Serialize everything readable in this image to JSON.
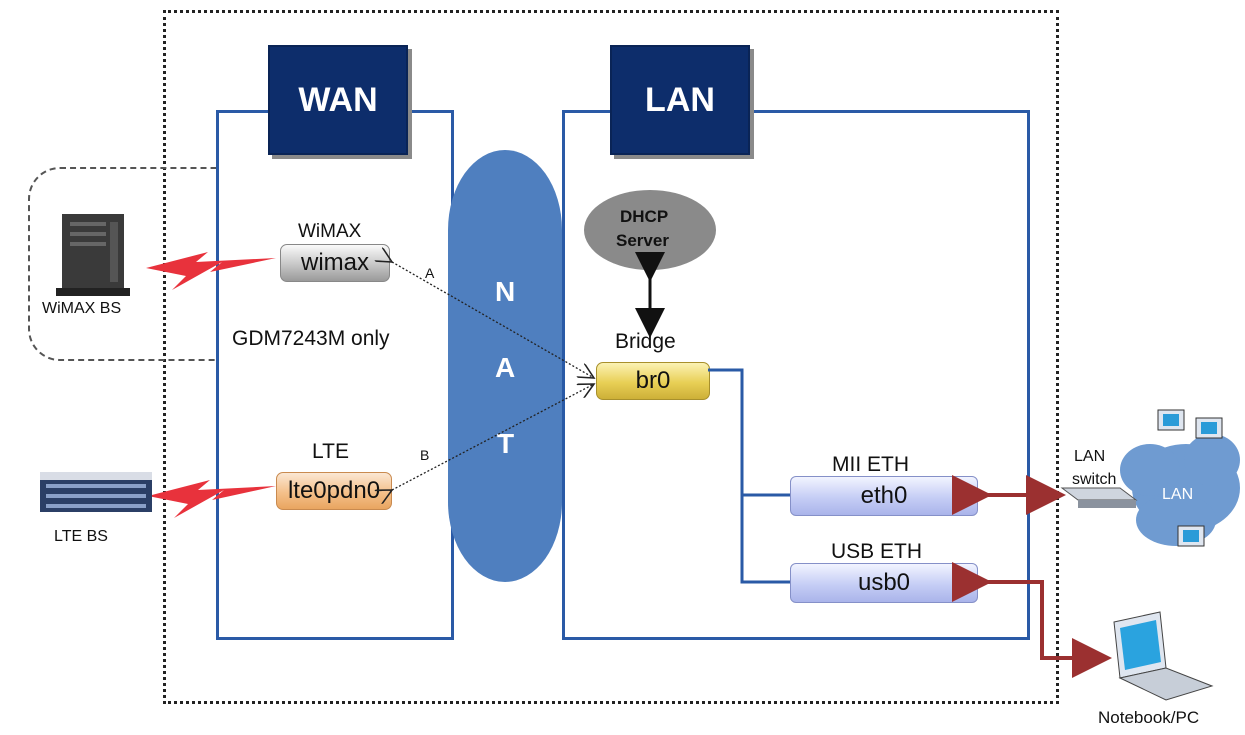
{
  "zones": {
    "wan": "WAN",
    "lan": "LAN"
  },
  "nat": [
    "N",
    "A",
    "T"
  ],
  "wimax": {
    "title": "WiMAX",
    "interface": "wimax",
    "note": "GDM7243M only",
    "bs_label": "WiMAX BS"
  },
  "lte": {
    "title": "LTE",
    "interface": "lte0pdn0",
    "bs_label": "LTE BS"
  },
  "dhcp": {
    "line1": "DHCP",
    "line2": "Server"
  },
  "bridge": {
    "title": "Bridge",
    "interface": "br0"
  },
  "mii_eth": {
    "title": "MII ETH",
    "interface": "eth0"
  },
  "usb_eth": {
    "title": "USB ETH",
    "interface": "usb0"
  },
  "links": {
    "a": "A",
    "b": "B"
  },
  "lan_switch": {
    "line1": "LAN",
    "line2": "switch"
  },
  "lan_cloud": "LAN",
  "notebook": "Notebook/PC",
  "colors": {
    "tab": "#0d2d6b",
    "panel_border": "#2a5aa6",
    "nat": "#4f7fbf",
    "arrow": "#9b3030",
    "lightning": "#e8323c"
  }
}
